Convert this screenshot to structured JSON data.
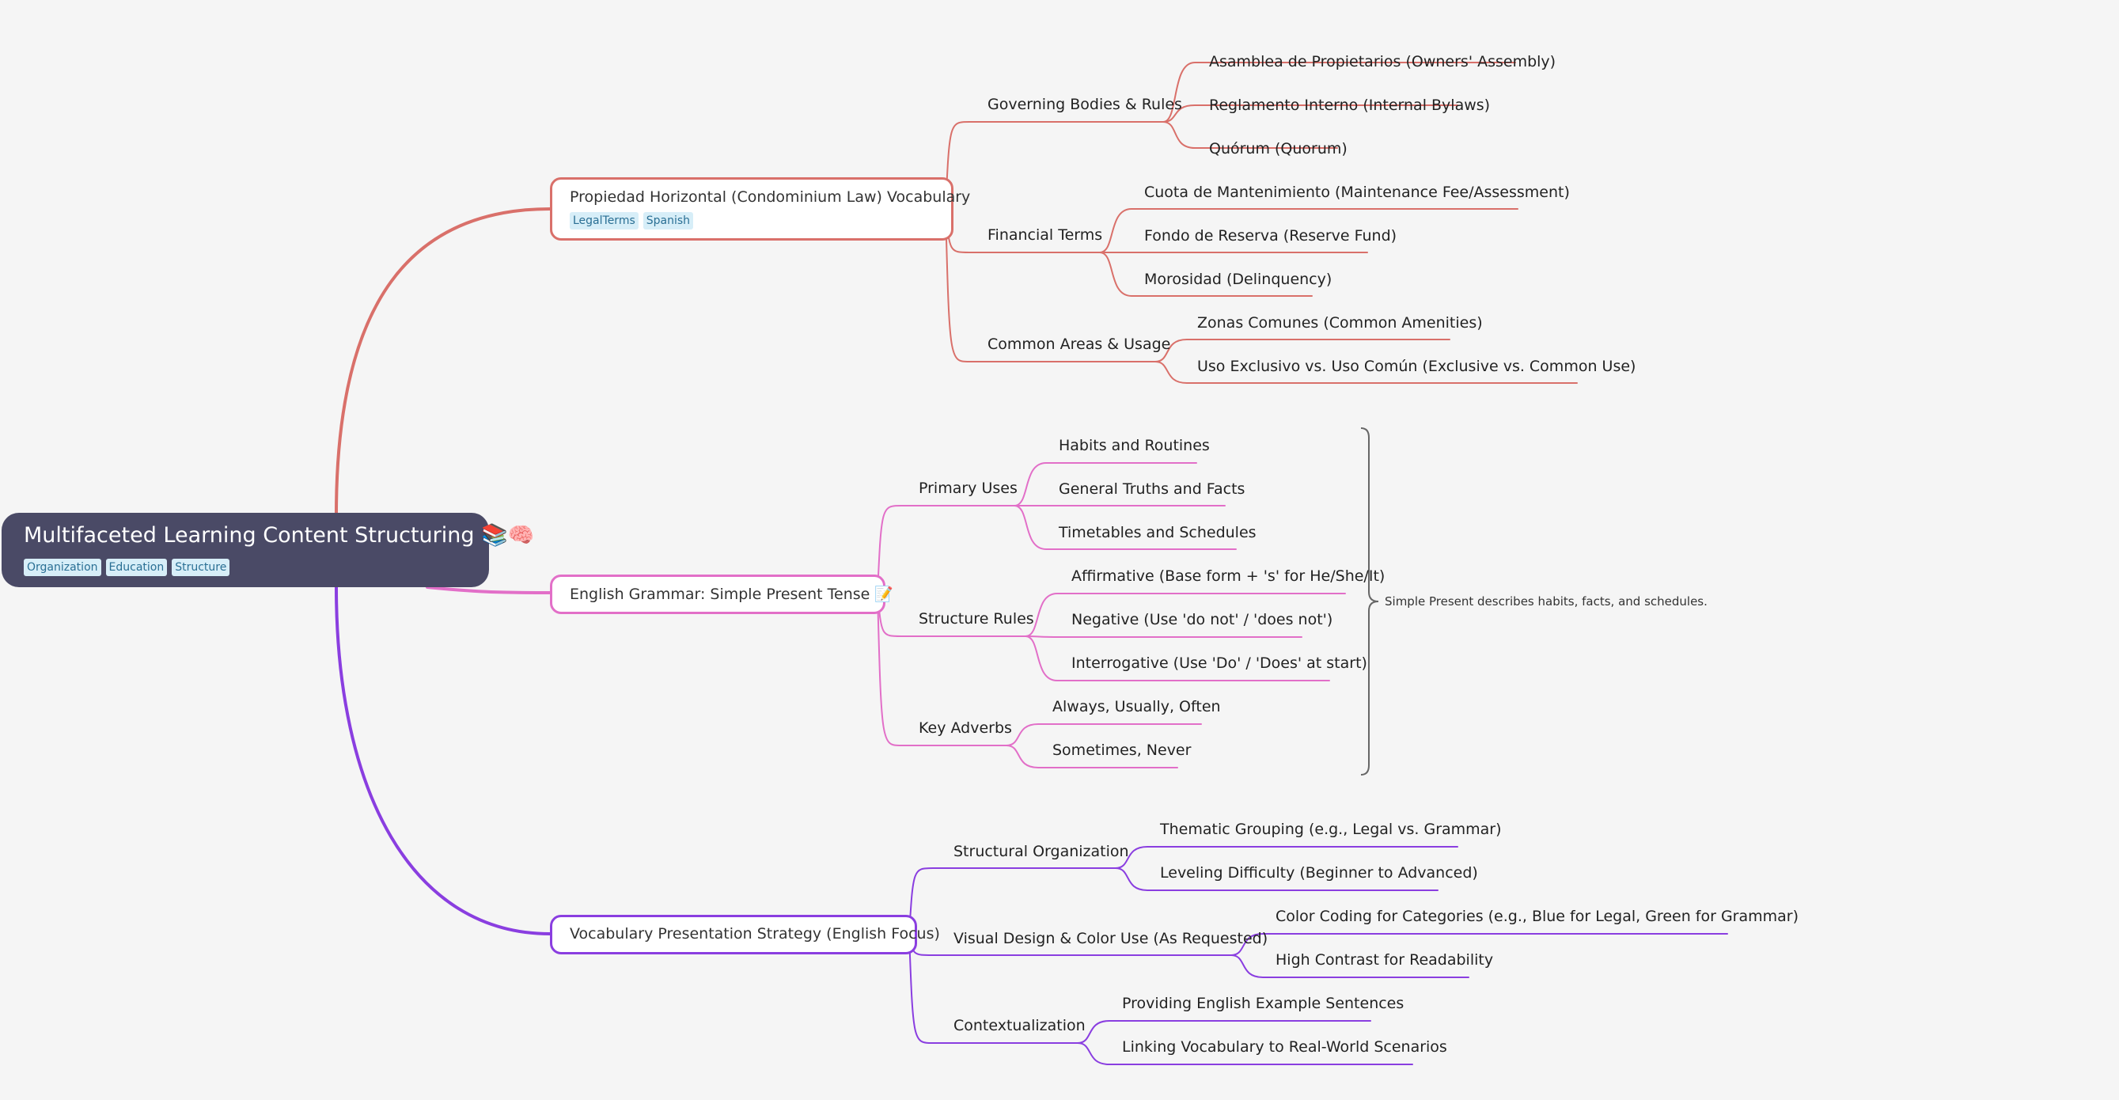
{
  "root": {
    "title": "Multifaceted Learning Content Structuring 📚🧠",
    "tags": [
      "Organization",
      "Education",
      "Structure"
    ]
  },
  "branches": [
    {
      "title": "Propiedad Horizontal (Condominium Law) Vocabulary",
      "color": "#d9706a",
      "tags": [
        "LegalTerms",
        "Spanish"
      ],
      "subs": [
        {
          "label": "Governing Bodies & Rules",
          "items": [
            "Asamblea de Propietarios (Owners' Assembly)",
            "Reglamento Interno (Internal Bylaws)",
            "Quórum (Quorum)"
          ]
        },
        {
          "label": "Financial Terms",
          "items": [
            "Cuota de Mantenimiento (Maintenance Fee/Assessment)",
            "Fondo de Reserva (Reserve Fund)",
            "Morosidad (Delinquency)"
          ]
        },
        {
          "label": "Common Areas & Usage",
          "items": [
            "Zonas Comunes (Common Amenities)",
            "Uso Exclusivo vs. Uso Común (Exclusive vs. Common Use)"
          ]
        }
      ]
    },
    {
      "title": "English Grammar: Simple Present Tense 📝",
      "color": "#e26fc8",
      "tags": [],
      "subs": [
        {
          "label": "Primary Uses",
          "items": [
            "Habits and Routines",
            "General Truths and Facts",
            "Timetables and Schedules"
          ]
        },
        {
          "label": "Structure Rules",
          "items": [
            "Affirmative (Base form + 's' for He/She/It)",
            "Negative (Use 'do not' / 'does not')",
            "Interrogative (Use 'Do' / 'Does' at start)"
          ]
        },
        {
          "label": "Key Adverbs",
          "items": [
            "Always, Usually, Often",
            "Sometimes, Never"
          ]
        }
      ],
      "summary": "Simple Present describes habits, facts, and schedules."
    },
    {
      "title": "Vocabulary Presentation Strategy (English Focus)",
      "color": "#8a3ee0",
      "tags": [],
      "subs": [
        {
          "label": "Structural Organization",
          "items": [
            "Thematic Grouping (e.g., Legal vs. Grammar)",
            "Leveling Difficulty (Beginner to Advanced)"
          ]
        },
        {
          "label": "Visual Design & Color Use (As Requested)",
          "items": [
            "Color Coding for Categories (e.g., Blue for Legal, Green for Grammar)",
            "High Contrast for Readability"
          ]
        },
        {
          "label": "Contextualization",
          "items": [
            "Providing English Example Sentences",
            "Linking Vocabulary to Real-World Scenarios"
          ]
        }
      ]
    }
  ]
}
